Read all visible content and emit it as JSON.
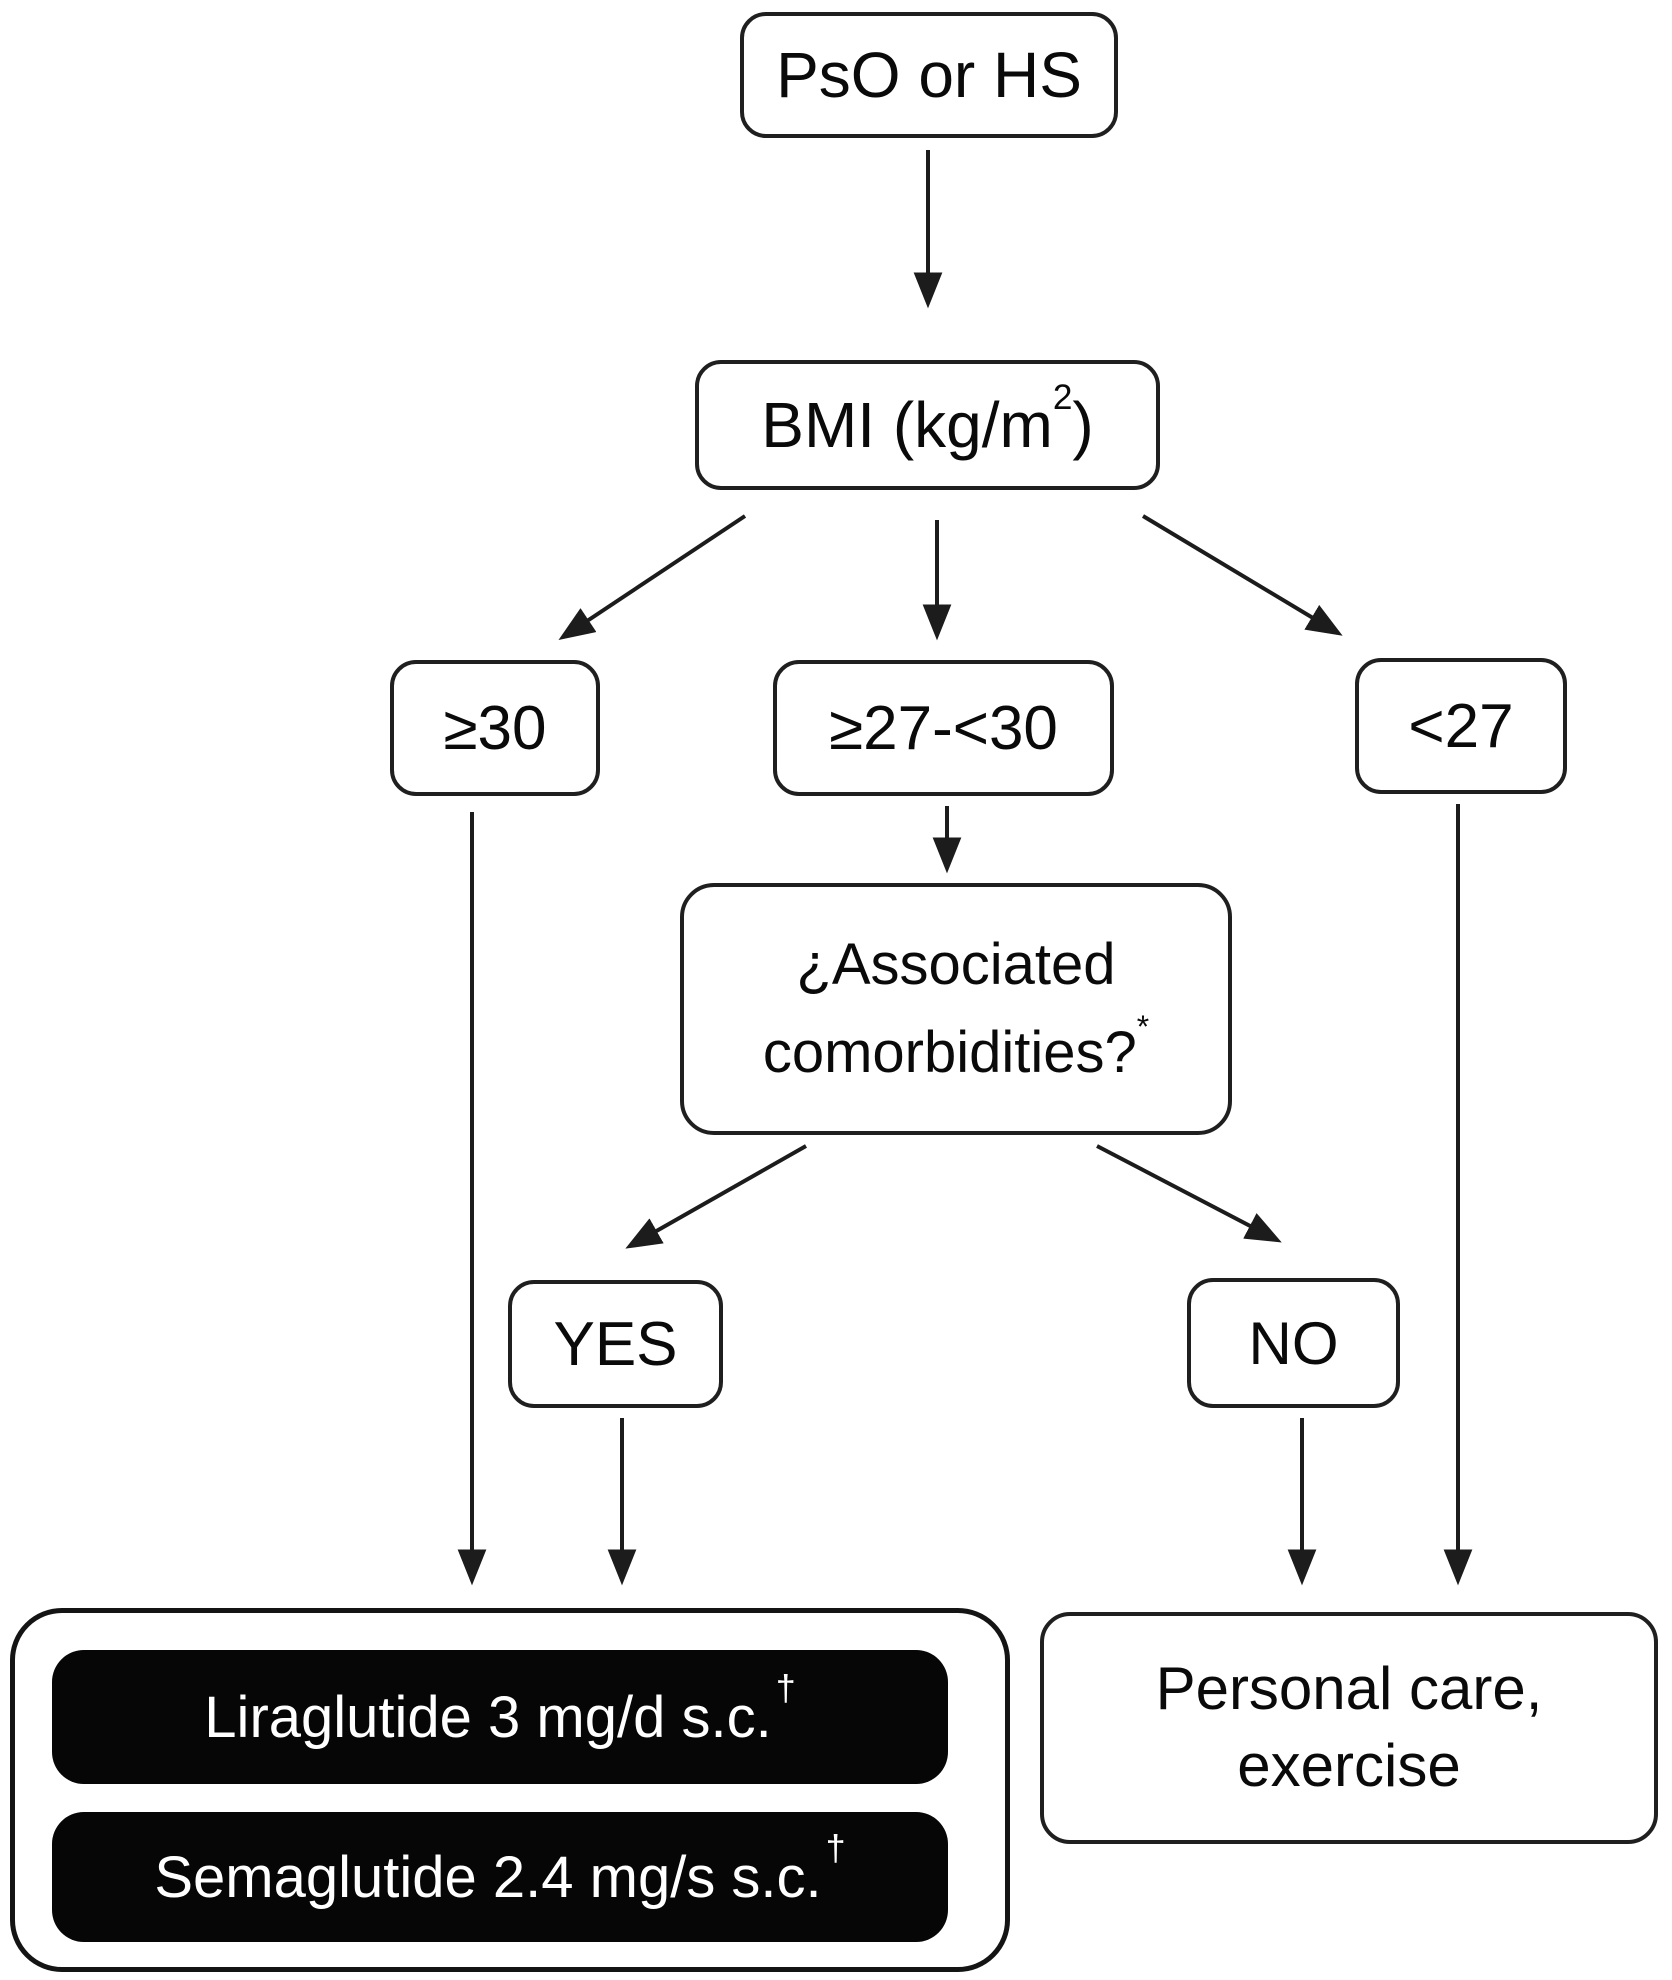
{
  "diagram": {
    "nodes": {
      "pso": "PsO or HS",
      "bmi": {
        "pre": "BMI (kg/m",
        "sup": "2",
        "post": ")"
      },
      "bmi_ge30": "≥30",
      "bmi_27_to_30": "≥27-<30",
      "bmi_lt27": "<27",
      "comorbidities": {
        "line1": "¿Associated",
        "line2": "comorbidities?",
        "sup": "*"
      },
      "yes": "YES",
      "no": "NO",
      "treatment": {
        "liraglutide": {
          "text": "Liraglutide 3 mg/d s.c.",
          "sup": "†"
        },
        "semaglutide": {
          "text": "Semaglutide 2.4 mg/s s.c.",
          "sup": "†"
        }
      },
      "personal_care": {
        "line1": "Personal care,",
        "line2": "exercise"
      }
    },
    "colors": {
      "line": "#1c1c1c",
      "box_border": "#1f1f1f",
      "box_background": "#ffffff",
      "pill_background": "#060606",
      "pill_text": "#ffffff",
      "text": "#0a0a0a",
      "page_background": "#ffffff"
    }
  }
}
